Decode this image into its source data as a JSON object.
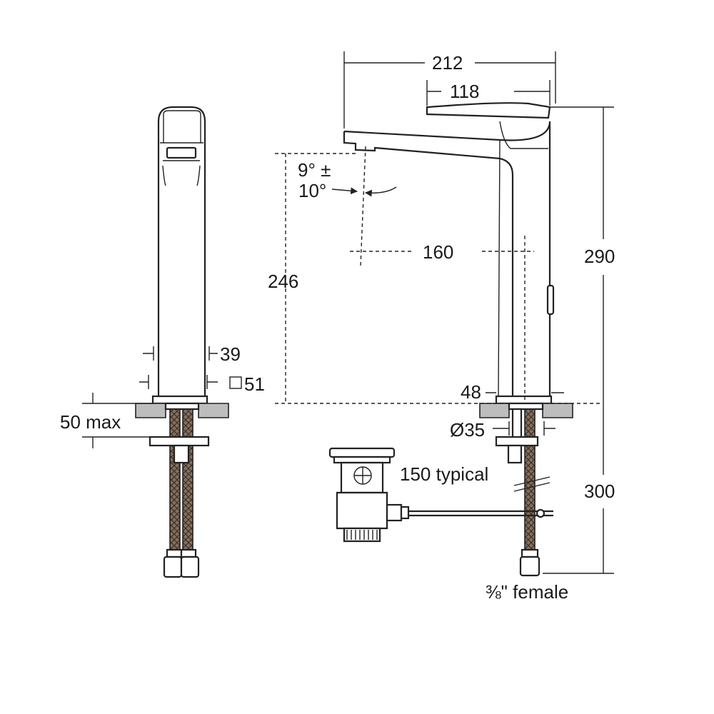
{
  "title": "Basin mixer tap technical drawing",
  "dimensions": {
    "overall_width": "212",
    "lever_width": "118",
    "spout_angle_line1": "9° ±",
    "spout_angle_line2": "10°",
    "spout_reach": "160",
    "spout_height": "246",
    "overall_height": "290",
    "body_width": "39",
    "base_square": "51",
    "worktop_thickness": "50 max",
    "base_depth": "48",
    "hole_diameter": "Ø35",
    "waste_rod": "150 typical",
    "hose_length": "300",
    "connector": "⅜\" female"
  }
}
